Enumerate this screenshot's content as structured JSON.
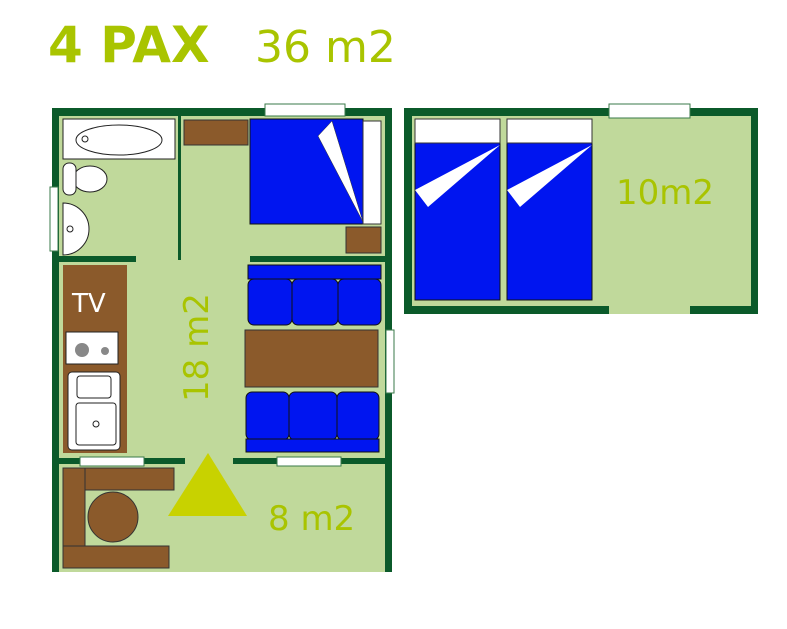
{
  "title": {
    "pax": "4 PAX",
    "area": "36 m2"
  },
  "rooms": {
    "living_area": "18 m2",
    "terrace_area": "8 m2",
    "bedroom_area": "10m2",
    "tv_label": "TV"
  },
  "colors": {
    "wall": "#0b5a2a",
    "floor": "#c0d99b",
    "furniture": "#8b5a2b",
    "bed": "#0015f0",
    "label": "#a9c400",
    "entrance": "#c8d200"
  }
}
